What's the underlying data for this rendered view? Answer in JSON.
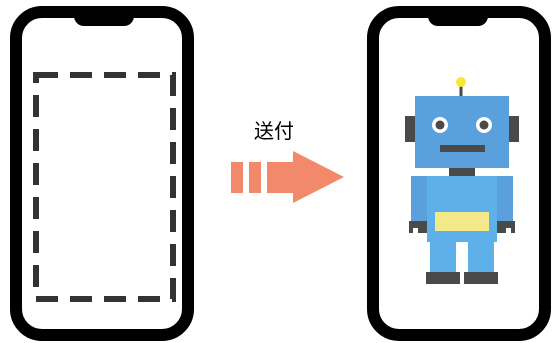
{
  "arrow_label": "送付",
  "colors": {
    "phone_frame": "#000000",
    "dashed_placeholder": "#333333",
    "arrow": "#f2896a",
    "robot_head": "#5aa0dd",
    "robot_dark": "#4a4a4a",
    "robot_body": "#5eb0e8",
    "robot_panel": "#f4e98a",
    "robot_antenna_tip": "#f7e832"
  },
  "icons": {
    "left": "empty-phone-screen",
    "center": "send-arrow",
    "right": "robot-on-phone"
  }
}
